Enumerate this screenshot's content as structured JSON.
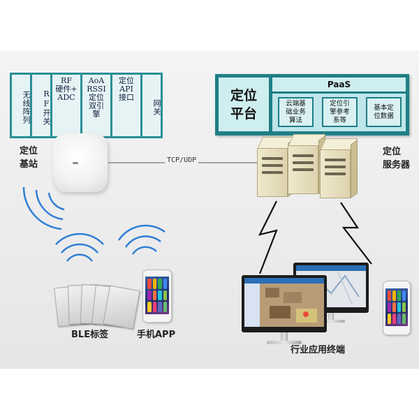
{
  "modules": [
    {
      "label": "无线阵列"
    },
    {
      "label": "RF开关"
    },
    {
      "label": "RF\n硬件+\nADC"
    },
    {
      "label": "AoA\nRSSI\n定位\n双引\n擎"
    },
    {
      "label": "定位\nAPI\n接口"
    },
    {
      "label": "网关"
    }
  ],
  "base_station_label": "定位\n基站",
  "connection_label": "TCP/UDP",
  "platform": {
    "title": "定位\n平台",
    "paas_label": "PaaS",
    "paas_items": [
      "云端基\n础业务\n算法",
      "定位引\n擎参考\n系等",
      "基本定\n位数据"
    ]
  },
  "server_label": "定位\n服务器",
  "ble_tag_label": "BLE标签",
  "phone_app_label": "手机APP",
  "terminal_label": "行业应用终端",
  "colors": {
    "teal_border": "#1f7f86",
    "teal_light": "#cfeef0",
    "signal_blue": "#2f7fd6"
  }
}
